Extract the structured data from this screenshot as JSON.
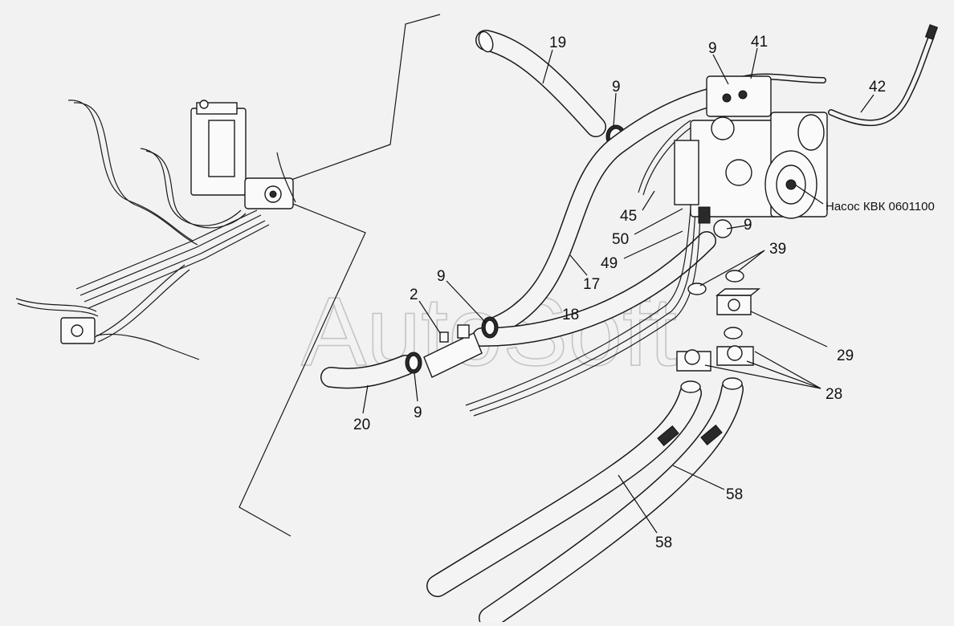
{
  "diagram": {
    "pump_caption": "Насос КВК 0601100",
    "watermark": "AutoSoft",
    "callouts": [
      {
        "id": "c19",
        "text": "19"
      },
      {
        "id": "c9a",
        "text": "9"
      },
      {
        "id": "c9b",
        "text": "9"
      },
      {
        "id": "c41",
        "text": "41"
      },
      {
        "id": "c42",
        "text": "42"
      },
      {
        "id": "c45",
        "text": "45"
      },
      {
        "id": "c50",
        "text": "50"
      },
      {
        "id": "c9c",
        "text": "9"
      },
      {
        "id": "c39",
        "text": "39"
      },
      {
        "id": "c49",
        "text": "49"
      },
      {
        "id": "c17",
        "text": "17"
      },
      {
        "id": "c9d",
        "text": "9"
      },
      {
        "id": "c2",
        "text": "2"
      },
      {
        "id": "c18",
        "text": "18"
      },
      {
        "id": "c29",
        "text": "29"
      },
      {
        "id": "c28",
        "text": "28"
      },
      {
        "id": "c9e",
        "text": "9"
      },
      {
        "id": "c20",
        "text": "20"
      },
      {
        "id": "c58a",
        "text": "58"
      },
      {
        "id": "c58b",
        "text": "58"
      }
    ]
  }
}
